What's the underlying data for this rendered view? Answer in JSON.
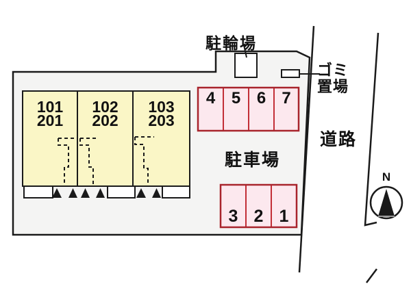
{
  "labels": {
    "bicycle_parking": "駐輪場",
    "garbage": {
      "line1": "ゴミ",
      "line2": "置場"
    },
    "road": "道路",
    "parking_lot": "駐車場",
    "compass_north": "N"
  },
  "building": {
    "units": [
      {
        "line1": "101",
        "line2": "201"
      },
      {
        "line1": "102",
        "line2": "202"
      },
      {
        "line1": "103",
        "line2": "203"
      }
    ]
  },
  "parking": {
    "top_row": [
      "4",
      "5",
      "6",
      "7"
    ],
    "bottom_row": [
      "3",
      "2",
      "1"
    ]
  },
  "colors": {
    "site_fill": "#f4f4f3",
    "unit_fill": "#faf6c6",
    "parking_fill": "#fce8ee",
    "parking_border": "#c22e36",
    "outline": "#1a1a1a"
  }
}
